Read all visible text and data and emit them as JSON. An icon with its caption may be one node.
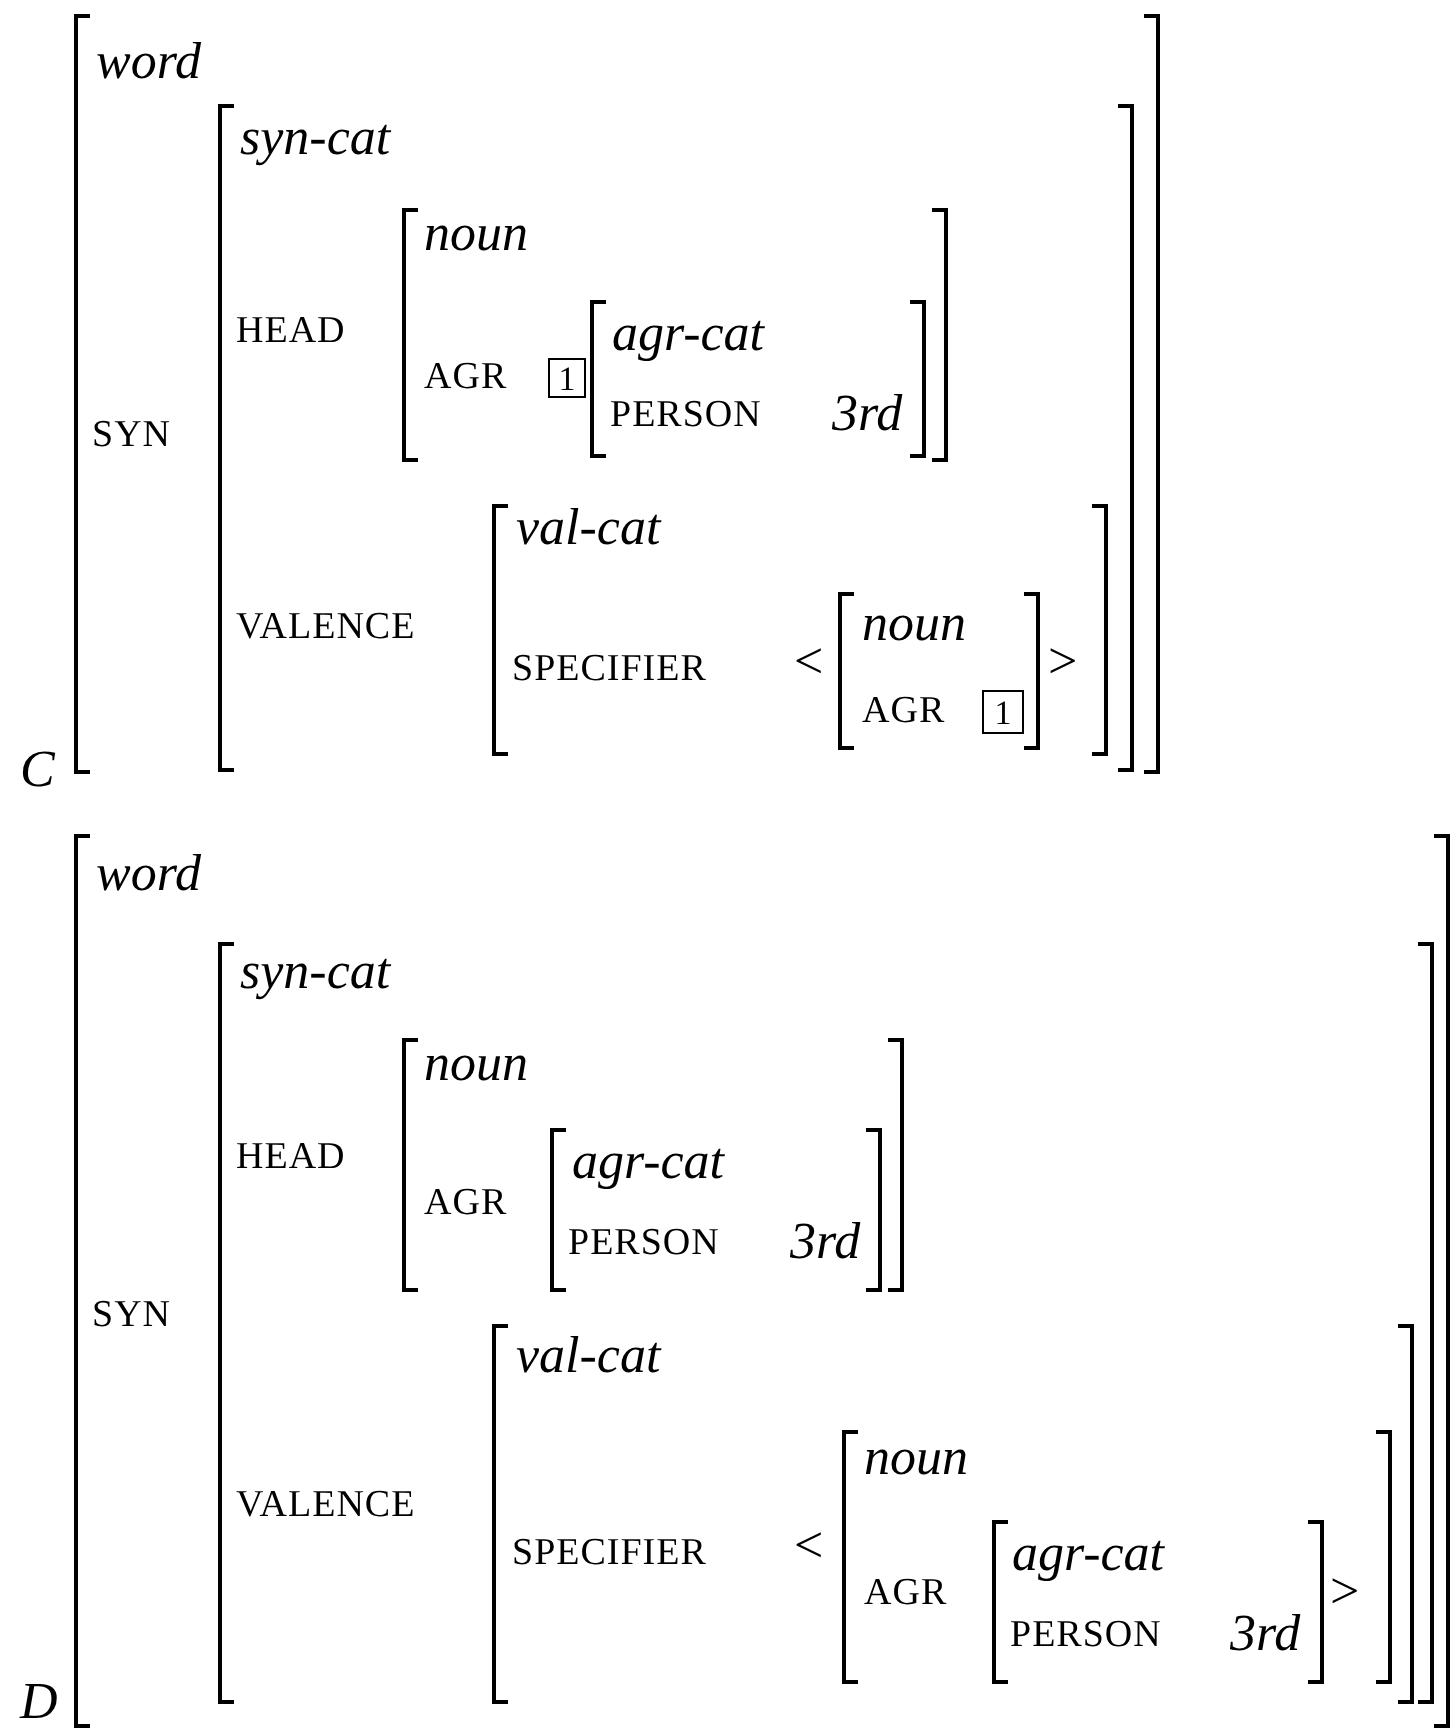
{
  "diagram": {
    "nodes": [
      {
        "text": [
          "word",
          "SYN"
        ],
        "beside": [
          "C"
        ]
      },
      {
        "text": [
          "syn-cat",
          "HEAD",
          "VALENCE"
        ],
        "in": 0
      },
      {
        "text": [
          "noun",
          "AGR"
        ],
        "in": 1
      },
      {
        "text": [
          "1"
        ],
        "in": 2
      },
      {
        "text": [
          "agr-cat",
          "PERSON",
          "3rd"
        ],
        "in": 2
      },
      {
        "text": [
          "val-cat",
          "SPECIFIER",
          "<",
          ">"
        ],
        "in": 1
      },
      {
        "text": [
          "noun",
          "AGR"
        ],
        "in": 5
      },
      {
        "text": [
          "1"
        ],
        "in": 6
      },
      {
        "text": [
          "word",
          "SYN"
        ],
        "beside": [
          "D"
        ]
      },
      {
        "text": [
          "syn-cat",
          "HEAD",
          "VALENCE"
        ],
        "in": 8
      },
      {
        "text": [
          "noun",
          "AGR"
        ],
        "in": 9
      },
      {
        "text": [
          "agr-cat",
          "PERSON",
          "3rd"
        ],
        "in": 10
      },
      {
        "text": [
          "val-cat",
          "SPECIFIER",
          "<"
        ],
        "in": 9
      },
      {
        "text": [
          "noun",
          "AGR",
          ">"
        ],
        "in": 12
      },
      {
        "text": [
          "agr-cat",
          "PERSON",
          "3rd"
        ],
        "in": 13
      }
    ]
  }
}
